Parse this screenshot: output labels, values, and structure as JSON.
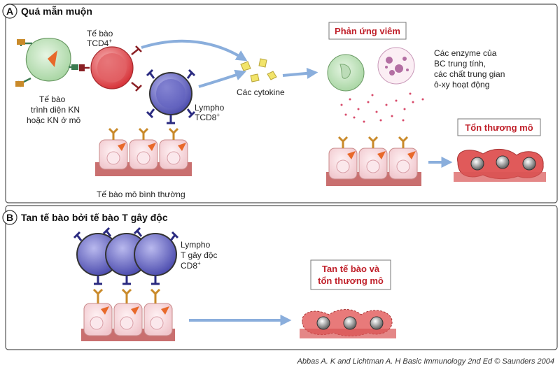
{
  "panel_a": {
    "letter": "A",
    "title": "Quá mẫn muộn",
    "apc_label": [
      "Tế bào",
      "trình diện KN",
      "hoặc KN ở mô"
    ],
    "cd4_label": [
      "Tế bào",
      "TCD4",
      "+"
    ],
    "cd8_label": [
      "Lympho",
      "TCD8",
      "+"
    ],
    "cytokine_label": "Các cytokine",
    "normal_tissue_label": "Tế bào mô bình thường",
    "inflammation_label": "Phản ứng viêm",
    "enzymes_label": [
      "Các enzyme của",
      "BC trung tính,",
      "các chất trung gian",
      "ô-xy hoạt động"
    ],
    "injury_label": "Tổn thương mô"
  },
  "panel_b": {
    "letter": "B",
    "title": "Tan tế bào bởi tế bào T gây độc",
    "ctl_label": [
      "Lympho",
      "T gây độc",
      "CD8",
      "+"
    ],
    "lysis_label": [
      "Tan tế bào và",
      "tổn thương mô"
    ]
  },
  "credit": "Abbas A. K and Lichtman A. H Basic Immunology 2nd Ed © Saunders 2004",
  "colors": {
    "cd4": "#e0484c",
    "cd8": "#6a6ac8",
    "apc": "#bfe3bc",
    "tissue": "#f6d9dd",
    "injury": "#e05a5a",
    "arrow": "#8aaedc",
    "title_red": "#c0202a"
  }
}
